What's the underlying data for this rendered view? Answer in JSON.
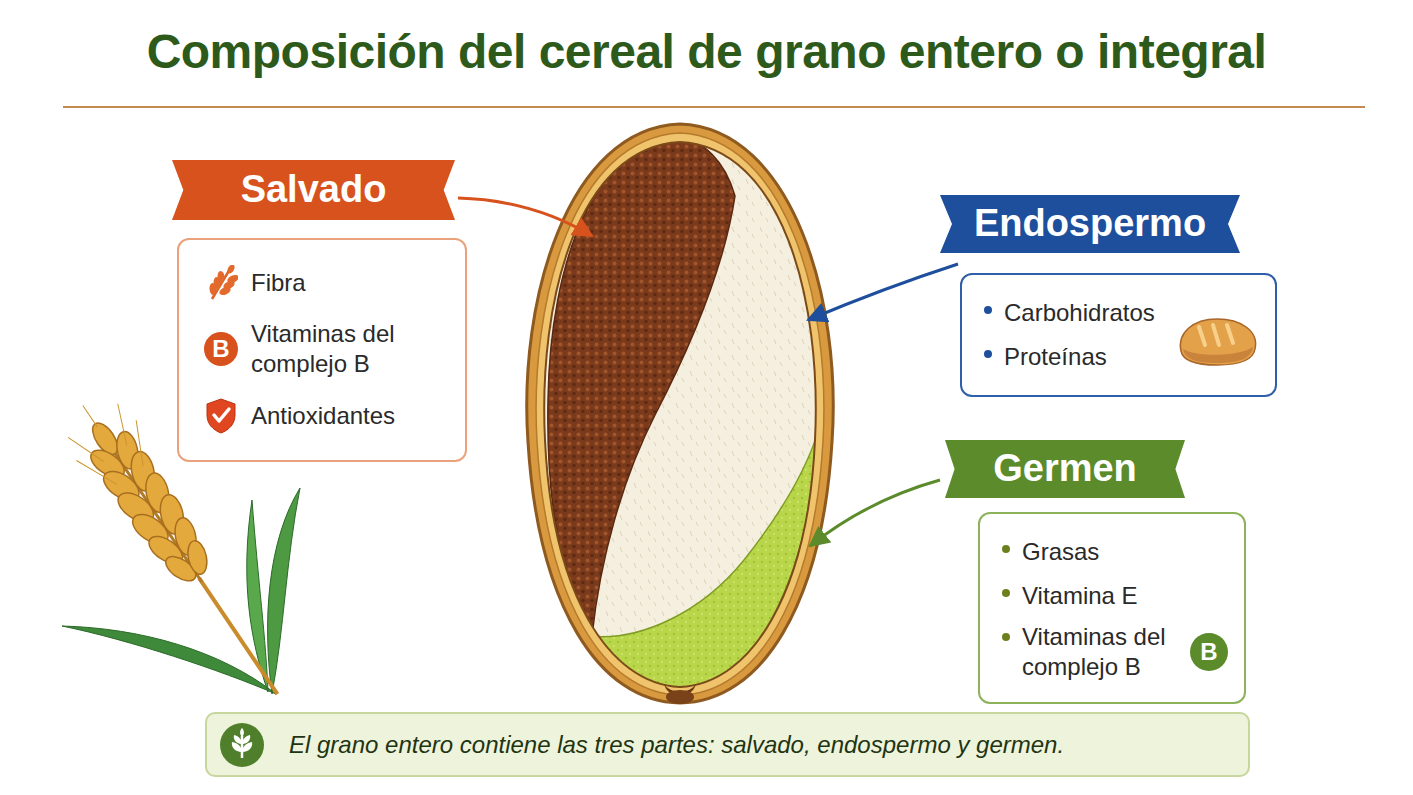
{
  "diagram": {
    "title": "Composición del cereal de grano entero o integral",
    "caption": "El grano entero contiene las tres partes: salvado, endospermo y germen.",
    "nodes": [
      {
        "text": [
          "Salvado",
          "Fibra",
          "Vitaminas del complejo B",
          "Antioxidantes"
        ]
      },
      {
        "text": [
          "Endospermo",
          "Carbohidratos",
          "Proteínas"
        ]
      },
      {
        "text": [
          "Germen",
          "Grasas",
          "Vitamina E",
          "Vitaminas del complejo B"
        ]
      }
    ],
    "labels": [
      "B",
      "B"
    ]
  }
}
